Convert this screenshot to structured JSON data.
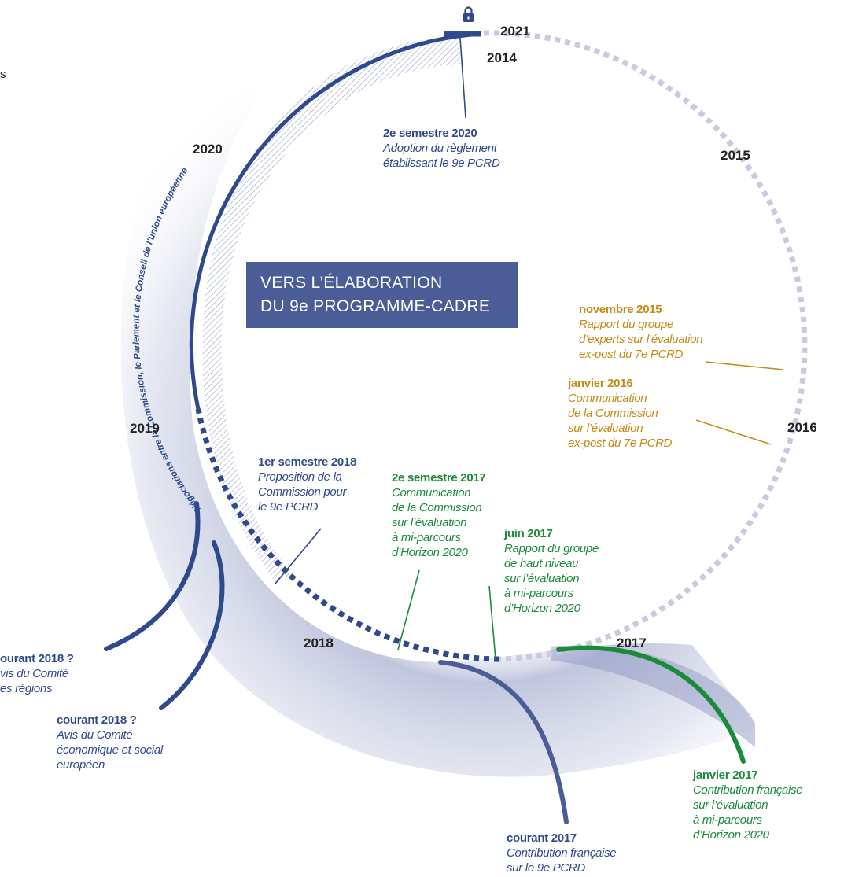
{
  "title": {
    "line1": "VERS L’ÉLABORATION",
    "line2": "DU 9e PROGRAMME-CADRE"
  },
  "arc_label": "Négociations entre la Commission, le Parlement et le Conseil de l’union européenne",
  "years": {
    "y2021": "2021",
    "y2014": "2014",
    "y2015": "2015",
    "y2016": "2016",
    "y2017": "2017",
    "y2018": "2018",
    "y2019": "2019",
    "y2020": "2020"
  },
  "events": {
    "s2_2020": {
      "date": "2e semestre 2020",
      "text": [
        "Adoption du règlement",
        "établissant le 9e PCRD"
      ]
    },
    "nov_2015": {
      "date": "novembre 2015",
      "text": [
        "Rapport du groupe",
        "d’experts sur l’évaluation",
        "ex-post du 7e PCRD"
      ]
    },
    "jan_2016": {
      "date": "janvier 2016",
      "text": [
        "Communication",
        "de la Commission",
        "sur l’évaluation",
        "ex-post du 7e PCRD"
      ]
    },
    "s1_2018": {
      "date": "1er semestre 2018",
      "text": [
        "Proposition de la",
        "Commission pour",
        "le 9e PCRD"
      ]
    },
    "s2_2017": {
      "date": "2e semestre 2017",
      "text": [
        "Communication",
        "de la Commission",
        "sur l’évaluation",
        "à mi-parcours",
        "d’Horizon 2020"
      ]
    },
    "jun_2017": {
      "date": "juin 2017",
      "text": [
        "Rapport du groupe",
        "de haut niveau",
        "sur l’évaluation",
        "à mi-parcours",
        "d’Horizon 2020"
      ]
    },
    "cr2018_a": {
      "date": "ourant 2018 ?",
      "text": [
        "vis du Comité",
        "es régions"
      ]
    },
    "cr2018_b": {
      "date": "courant 2018 ?",
      "text": [
        "Avis du Comité",
        "économique et social",
        "européen"
      ]
    },
    "cr2017": {
      "date": "courant 2017",
      "text": [
        "Contribution française",
        "sur le 9e PCRD"
      ]
    },
    "jan_2017": {
      "date": "janvier 2017",
      "text": [
        "Contribution française",
        "sur l’évaluation",
        "à mi-parcours",
        "d’Horizon 2020"
      ]
    }
  },
  "edge_fragment": "s",
  "icons": {
    "top": "lock-icon"
  },
  "colors": {
    "navy": "#2e4a8c",
    "title_box": "#4a5d97",
    "gold": "#c48a14",
    "green": "#1b8a3a",
    "dashed_ring": "#c7cbe0",
    "year_text": "#222222"
  }
}
